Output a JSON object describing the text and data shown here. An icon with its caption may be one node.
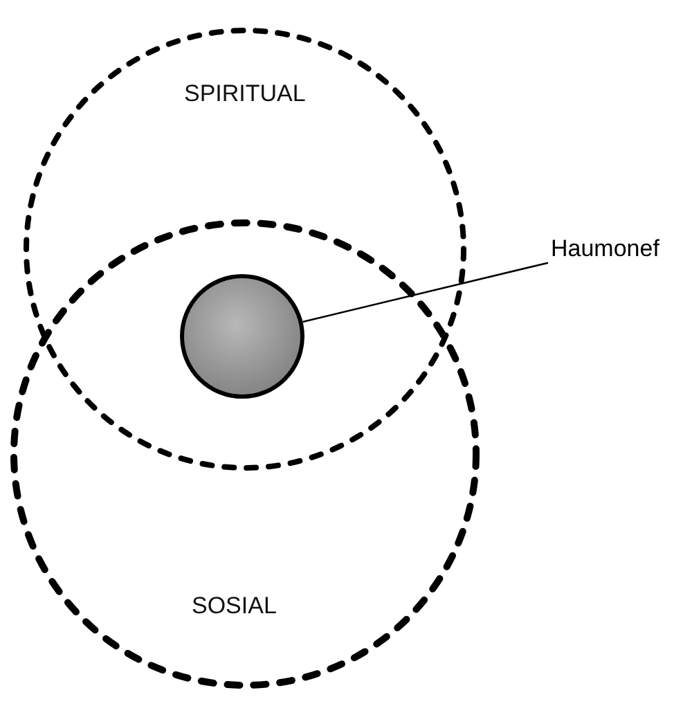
{
  "diagram": {
    "nodes": [
      {
        "text": [
          "SPIRITUAL"
        ]
      },
      {
        "text": [
          "SOSIAL"
        ]
      },
      {
        "text": [],
        "shape": "circle"
      },
      {
        "text": [
          "Haumonef"
        ]
      }
    ],
    "edges": [
      {
        "from": 3,
        "to": 2,
        "arrow": "none"
      }
    ]
  }
}
